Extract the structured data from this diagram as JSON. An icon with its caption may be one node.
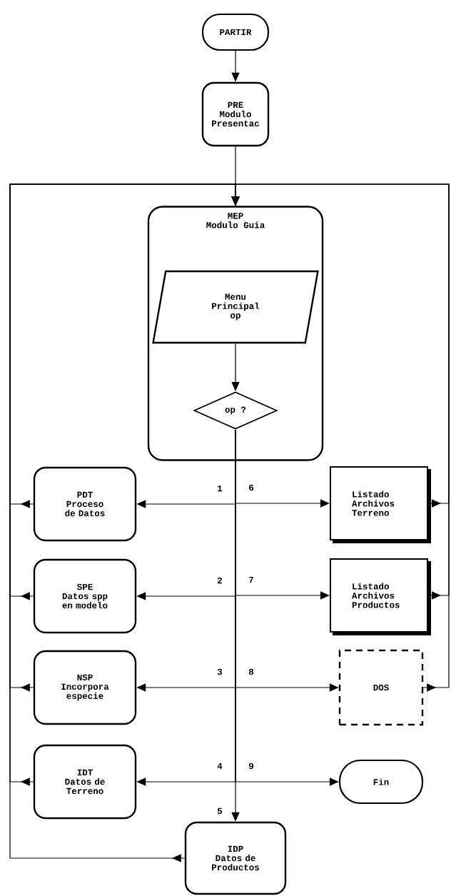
{
  "diagram": {
    "nodes": [
      {
        "text": [
          "PARTIR"
        ]
      },
      {
        "text": [
          "PRE",
          "Modulo Presentac"
        ]
      },
      {
        "text": [
          "MEP",
          "Modulo Guia"
        ]
      },
      {
        "text": [
          "Menu Principal op"
        ],
        "in": 2
      },
      {
        "text": [
          "op ?"
        ],
        "in": 2
      },
      {
        "text": [
          "PDT",
          "Proceso de Datos"
        ]
      },
      {
        "text": [
          "Listado Archivos Terreno"
        ]
      },
      {
        "text": [
          "SPE",
          "Datos spp en modelo"
        ]
      },
      {
        "text": [
          "Listado Archivos Productos"
        ]
      },
      {
        "text": [
          "NSP",
          "Incorpora especie"
        ]
      },
      {
        "text": [
          "DOS"
        ]
      },
      {
        "text": [
          "IDT",
          "Datos de Terreno"
        ]
      },
      {
        "text": [
          "Fin"
        ]
      },
      {
        "text": [
          "IDP",
          "Datos de Productos"
        ]
      }
    ],
    "edges": [
      {
        "from": 0,
        "to": 1,
        "arrow": "to"
      },
      {
        "from": 1,
        "to": 2,
        "arrow": "to"
      },
      {
        "from": 3,
        "to": 4,
        "arrow": "to"
      },
      {
        "from": 4,
        "to": 5,
        "arrow": "to",
        "label": "1"
      },
      {
        "from": 4,
        "to": 6,
        "arrow": "to",
        "label": "6"
      },
      {
        "from": 4,
        "to": 7,
        "arrow": "to",
        "label": "2"
      },
      {
        "from": 4,
        "to": 8,
        "arrow": "to",
        "label": "7"
      },
      {
        "from": 4,
        "to": 9,
        "arrow": "to",
        "label": "3"
      },
      {
        "from": 4,
        "to": 10,
        "arrow": "to",
        "label": "8"
      },
      {
        "from": 4,
        "to": 11,
        "arrow": "to",
        "label": "4"
      },
      {
        "from": 4,
        "to": 12,
        "arrow": "to",
        "label": "9"
      },
      {
        "from": 4,
        "to": 13,
        "arrow": "to",
        "label": "5"
      },
      {
        "from": 5,
        "to": 2,
        "arrow": "to"
      },
      {
        "from": 7,
        "to": 2,
        "arrow": "to"
      },
      {
        "from": 9,
        "to": 2,
        "arrow": "to"
      },
      {
        "from": 11,
        "to": 2,
        "arrow": "to"
      },
      {
        "from": 13,
        "to": 2,
        "arrow": "to"
      },
      {
        "from": 6,
        "to": 2,
        "arrow": "to"
      },
      {
        "from": 8,
        "to": 2,
        "arrow": "to"
      },
      {
        "from": 10,
        "to": 2,
        "arrow": "to"
      }
    ]
  }
}
